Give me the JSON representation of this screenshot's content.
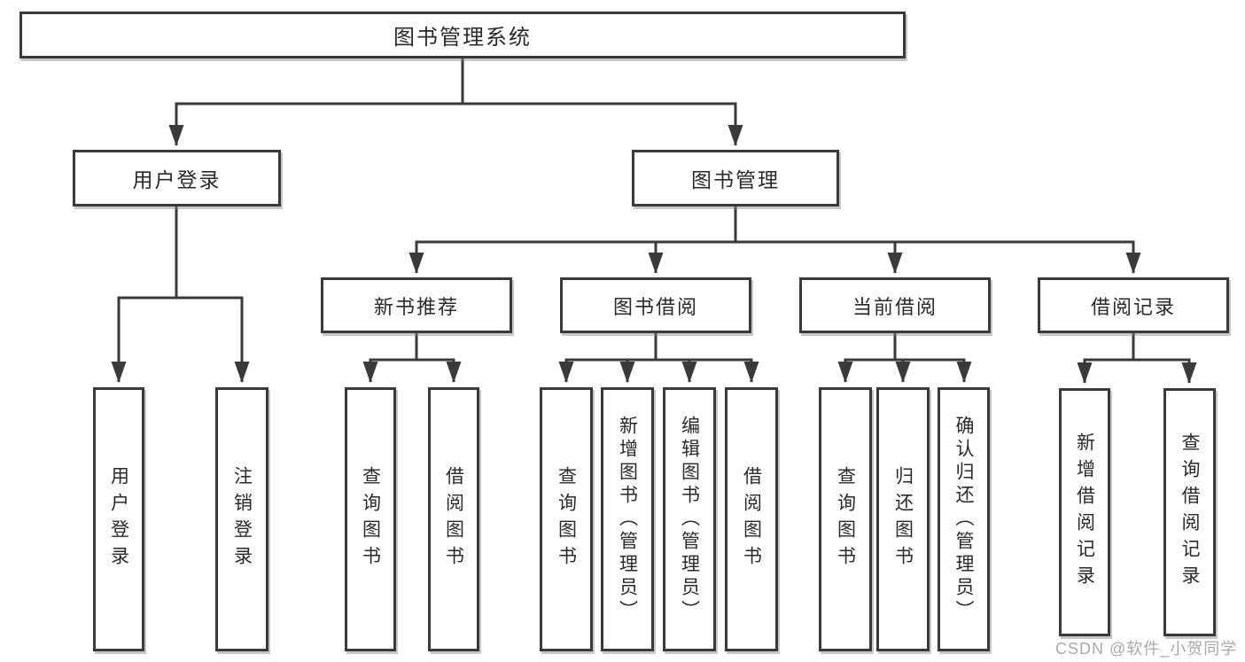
{
  "nodes": {
    "root": "图书管理系统",
    "user_login": "用户登录",
    "book_management": "图书管理",
    "new_book_recommend": "新书推荐",
    "book_borrow": "图书借阅",
    "current_borrow": "当前借阅",
    "borrow_records": "借阅记录"
  },
  "leaves": {
    "login": [
      "用户登录",
      "注销登录"
    ],
    "recommend": [
      "查询图书",
      "借阅图书"
    ],
    "borrow": [
      "查询图书",
      "新增图书（管理员）",
      "编辑图书（管理员）",
      "借阅图书"
    ],
    "current": [
      "查询图书",
      "归还图书",
      "确认归还（管理员）"
    ],
    "records": [
      "新增借阅记录",
      "查询借阅记录"
    ]
  },
  "watermark": "CSDN @软件_小贺同学",
  "colors": {
    "line": "#3a3a3a",
    "box_border": "#3a3a3a",
    "box_fill": "#ffffff",
    "text": "#2a2a2a",
    "watermark": "#a9a9a9"
  }
}
